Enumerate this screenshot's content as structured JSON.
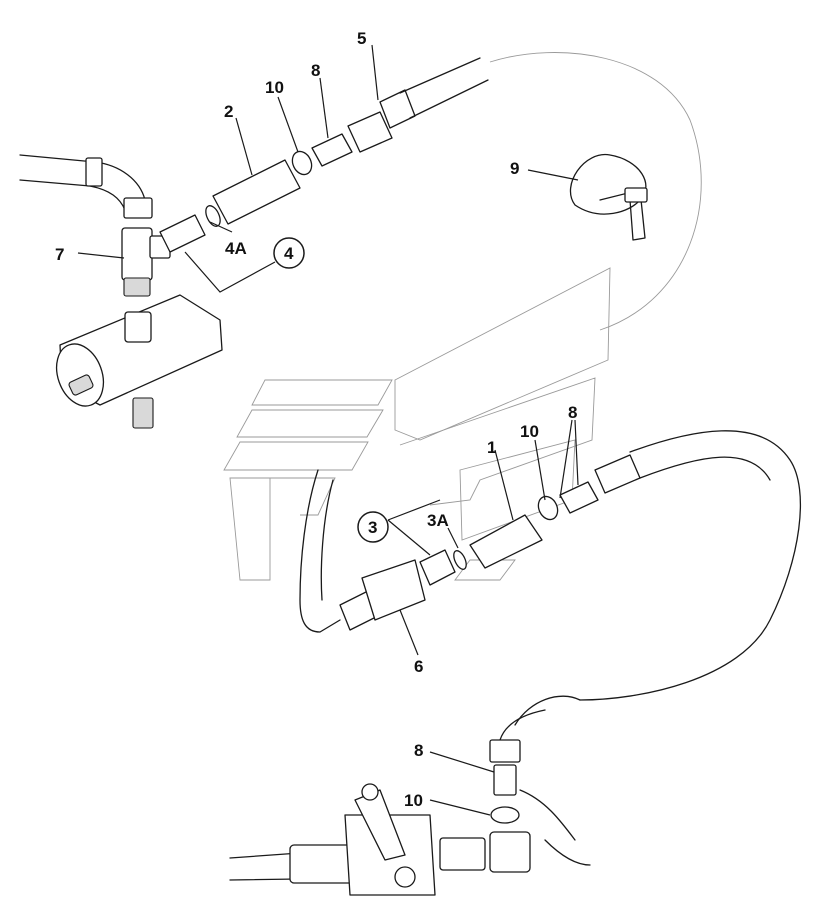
{
  "callouts": {
    "c1": "1",
    "c2": "2",
    "c3": "3",
    "c3a": "3A",
    "c4": "4",
    "c4a": "4A",
    "c5": "5",
    "c6": "6",
    "c7": "7",
    "c8_top": "8",
    "c8_mid": "8",
    "c8_bottom": "8",
    "c9": "9",
    "c10_top": "10",
    "c10_mid": "10",
    "c10_bottom": "10"
  },
  "colors": {
    "line": "#1a1a1a",
    "ghost_outline": "#9a9a9a",
    "background": "#ffffff"
  }
}
